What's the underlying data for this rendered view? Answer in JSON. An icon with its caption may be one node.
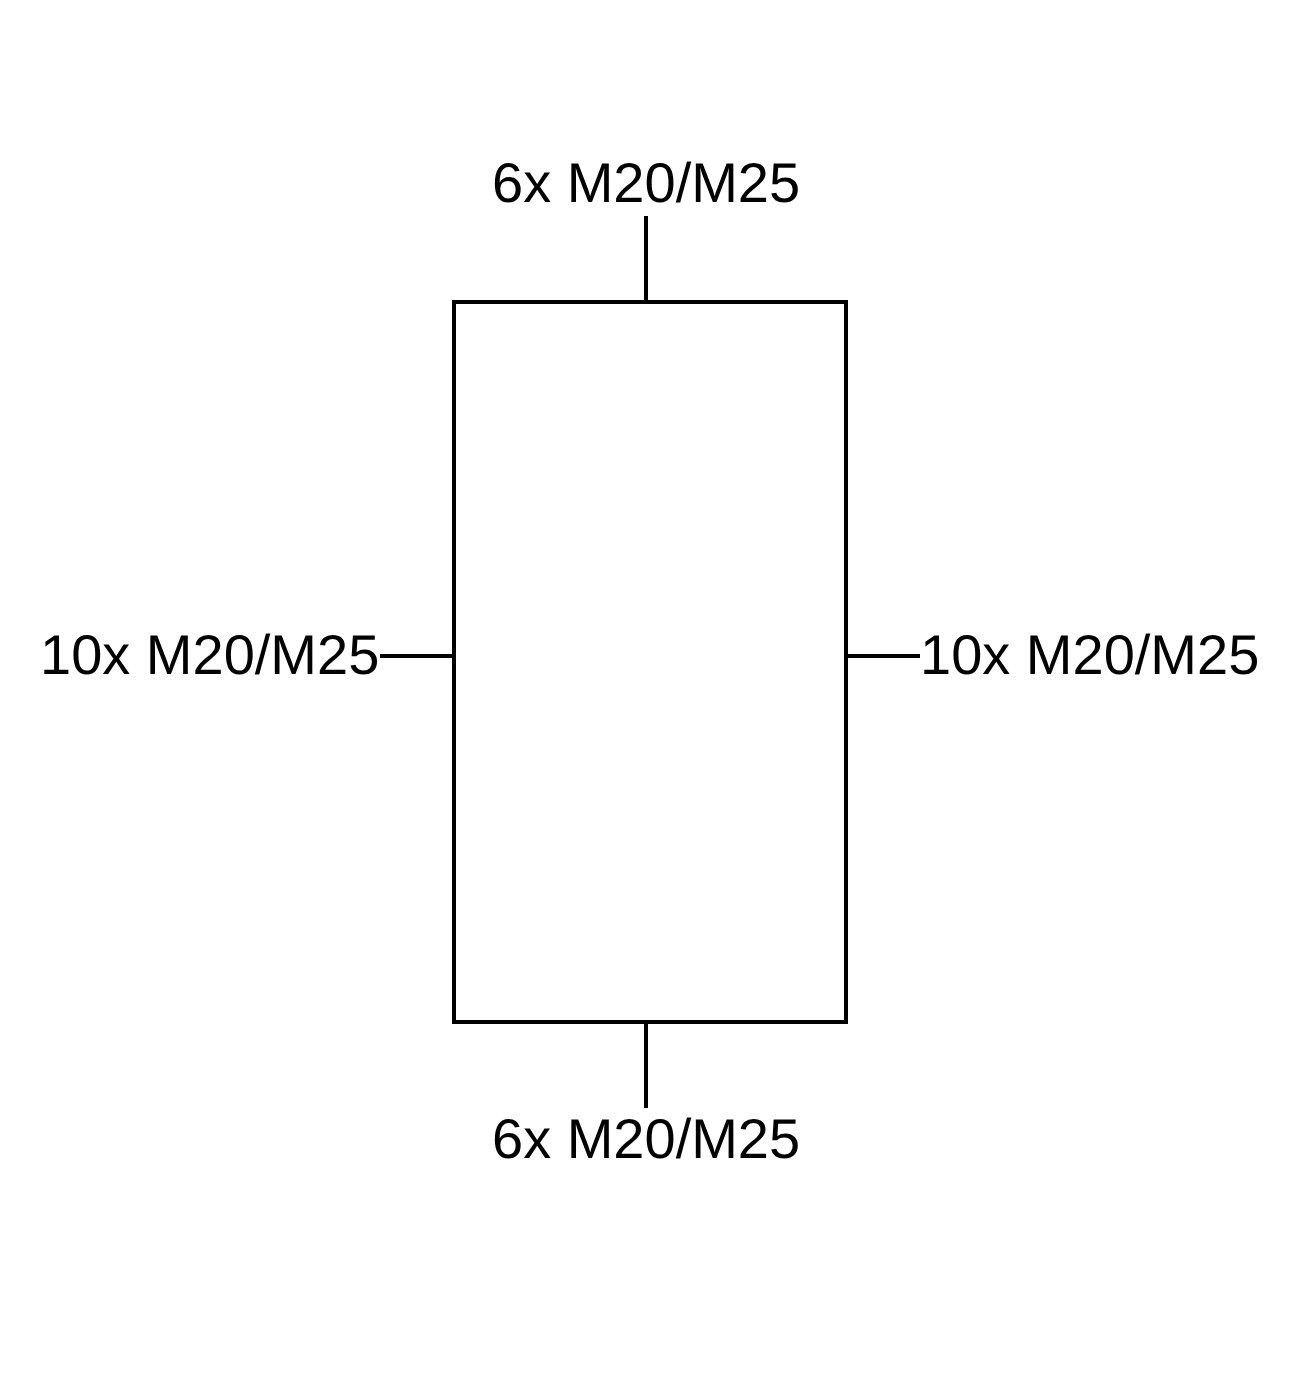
{
  "diagram": {
    "nodes": [
      {
        "text": [],
        "shape": "box"
      },
      {
        "text": [
          "6x M20/M25"
        ]
      },
      {
        "text": [
          "10x M20/M25"
        ]
      },
      {
        "text": [
          "10x M20/M25"
        ]
      },
      {
        "text": [
          "6x M20/M25"
        ]
      }
    ],
    "edges": [
      {
        "from": 1,
        "to": 0,
        "arrow": "none"
      },
      {
        "from": 2,
        "to": 0,
        "arrow": "none"
      },
      {
        "from": 3,
        "to": 0,
        "arrow": "none"
      },
      {
        "from": 4,
        "to": 0,
        "arrow": "none"
      }
    ]
  }
}
